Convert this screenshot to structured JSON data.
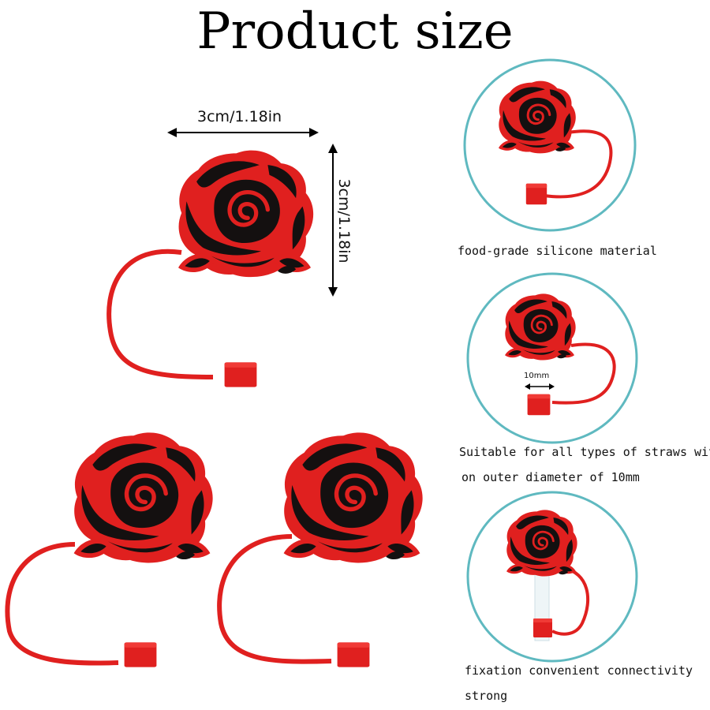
{
  "title": "Product size",
  "dimensions": {
    "width_label": "3cm/1.18in",
    "height_label": "3cm/1.18in",
    "inner_diameter_label": "10mm"
  },
  "captions": {
    "material": "food-grade silicone material",
    "suitability_line1": "Suitable for all types of straws with",
    "suitability_line2": "on outer diameter of 10mm",
    "fixation_line1": "fixation convenient connectivity",
    "fixation_line2": "strong"
  },
  "colors": {
    "rose_red": "#e0201f",
    "rose_dark_red": "#b8100f",
    "rose_black": "#141010",
    "circle_outline": "#5fb9c0"
  },
  "icons": [
    "rose-straw-topper",
    "double-arrow"
  ]
}
